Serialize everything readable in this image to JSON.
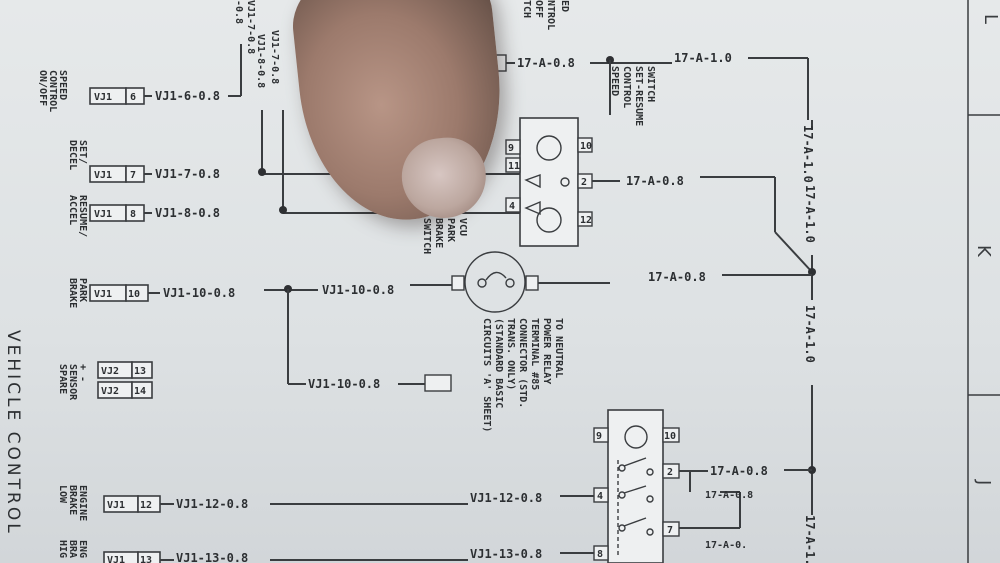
{
  "border_letters": [
    "L",
    "K",
    "J"
  ],
  "sheet_label": "VEHICLE CONTROL",
  "left_functions": [
    "SPEED CONTROL ON/OFF",
    "SET/ DECEL",
    "RESUME/ ACCEL",
    "PARK BRAKE",
    "+ SENSOR SPARE",
    "ENGINE BRAKE LOW",
    "ENGINE BRAKE HIGH"
  ],
  "connectors": [
    {
      "plug": "VJ1",
      "pin": "6",
      "wire": "VJ1-6-0.8"
    },
    {
      "plug": "VJ1",
      "pin": "7",
      "wire": "VJ1-7-0.8"
    },
    {
      "plug": "VJ1",
      "pin": "8",
      "wire": "VJ1-8-0.8"
    },
    {
      "plug": "VJ1",
      "pin": "10",
      "wire": "VJ1-10-0.8"
    },
    {
      "plug": "VJ2",
      "pin": "13",
      "wire": ""
    },
    {
      "plug": "VJ2",
      "pin": "14",
      "wire": ""
    },
    {
      "plug": "VJ1",
      "pin": "12",
      "wire": "VJ1-12-0.8"
    },
    {
      "plug": "VJ1",
      "pin": "13",
      "wire": "VJ1-13-0.8"
    }
  ],
  "top_partial": {
    "wires": [
      "VJ1-7-0.8",
      "VJ1-8-0.8",
      "-0.8"
    ],
    "text": [
      "ED",
      "NTROL",
      "OFF",
      "TCH"
    ]
  },
  "wire_labels": {
    "vj1_10_mid": "VJ1-10-0.8",
    "vj1_10_branch": "VJ1-10-0.8",
    "vj1_12_mid": "VJ1-12-0.8",
    "vj1_13_mid": "VJ1-13-0.8",
    "a08_top": "17-A-0.8",
    "a10_top": "17-A-1.0",
    "a08_switch": "17-A-0.8",
    "a08_park": "17-A-0.8",
    "a08_lower": "17-A-0.8",
    "a08_lower2": "17-A-0.",
    "a10_vert1": "17-A-1.0",
    "a10_vert2": "17-A-1.0",
    "a10_vert3": "17-A-1.0",
    "a10_vert4": "17-A-1."
  },
  "switch_speed": {
    "label": "SPEED CONTROL SET-RESUME SWITCH",
    "pins": [
      "10",
      "9",
      "11",
      "2",
      "4",
      "12",
      "2"
    ]
  },
  "switch_park": {
    "label": "VCU PARK BRAKE SWITCH"
  },
  "note": "TO NEUTRAL POWER RELAY TERMINAL #85 CONNECTOR (STD. TRANS. ONLY) (STANDARD BASIC CIRCUITS 'A' SHEET)",
  "switch_engine_brake": {
    "pins": [
      "9",
      "10",
      "2",
      "4",
      "7",
      "8"
    ]
  }
}
